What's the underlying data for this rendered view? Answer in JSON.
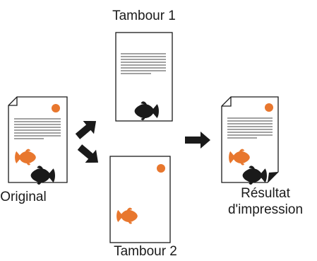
{
  "labels": {
    "drum1": "Tambour 1",
    "drum2": "Tambour 2",
    "original": "Original",
    "result_line1": "Résultat",
    "result_line2": "d'impression"
  },
  "colors": {
    "accent_orange": "#e8772e",
    "ink_black": "#1a1a1a",
    "paper": "#ffffff",
    "line_gray": "#555555"
  },
  "icons": {
    "fish_color": "goldfish-icon",
    "fish_black": "black-fish-icon",
    "dot": "orange-dot-icon",
    "arrow": "arrow-icon"
  }
}
